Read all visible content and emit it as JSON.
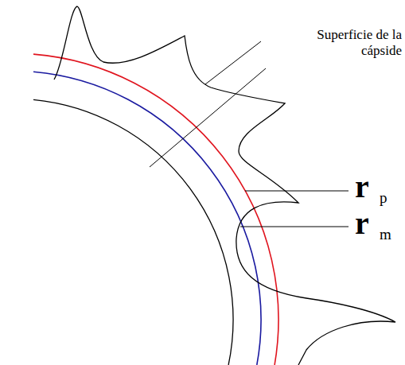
{
  "diagram": {
    "labels": [
      "Superficie de la cápside",
      "r",
      "p",
      "r",
      "m"
    ]
  }
}
